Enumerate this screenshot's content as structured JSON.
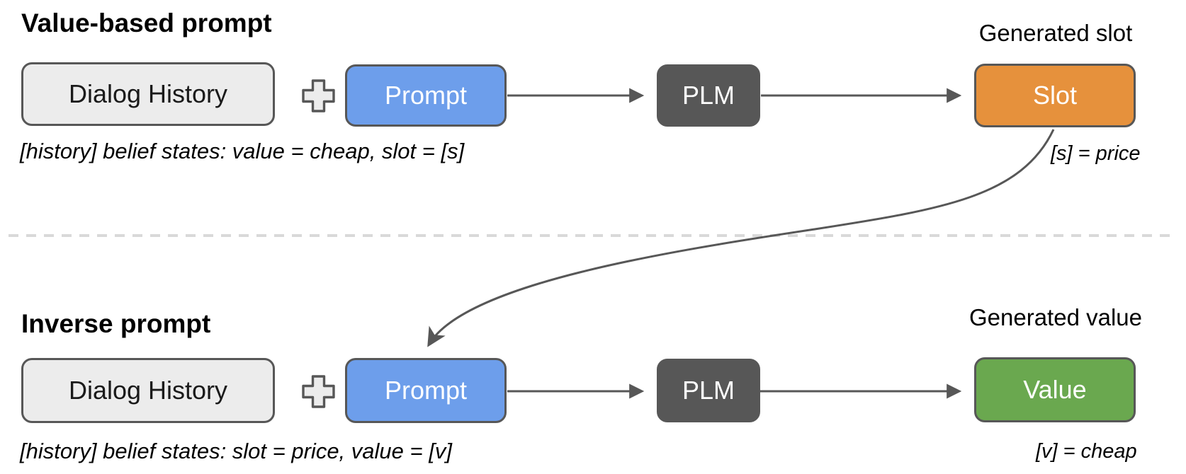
{
  "colors": {
    "prompt_box": "#6d9eeb",
    "plm_box": "#575757",
    "slot_box": "#e6913c",
    "value_box": "#6aa84f",
    "history_box": "#ececec",
    "box_border": "#575757",
    "arrow": "#575757",
    "divider": "#d9d9d9",
    "box_text": "#ffffff",
    "text": "#000000"
  },
  "flow_value_based": {
    "title": "Value-based prompt",
    "dialog_history_label": "Dialog History",
    "prompt_label": "Prompt",
    "plm_label": "PLM",
    "output_label": "Slot",
    "generated_caption": "Generated slot",
    "prompt_template": "[history] belief states: value = cheap, slot = [s]",
    "output_annotation": "[s] = price"
  },
  "flow_inverse": {
    "title": "Inverse prompt",
    "dialog_history_label": "Dialog History",
    "prompt_label": "Prompt",
    "plm_label": "PLM",
    "output_label": "Value",
    "generated_caption": "Generated value",
    "prompt_template": "[history] belief states: slot = price, value = [v]",
    "output_annotation": "[v] = cheap"
  }
}
